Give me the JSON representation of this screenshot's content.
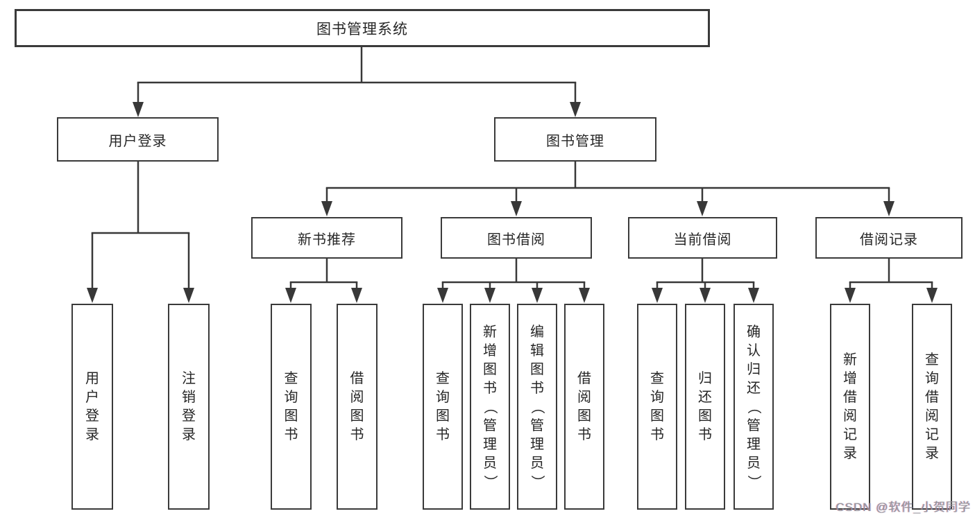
{
  "diagram": {
    "root": "图书管理系统",
    "level2": [
      "用户登录",
      "图书管理"
    ],
    "level3": [
      "新书推荐",
      "图书借阅",
      "当前借阅",
      "借阅记录"
    ],
    "leaves": {
      "user_login": [
        "用户登录",
        "注销登录"
      ],
      "new_book_recommend": [
        "查询图书",
        "借阅图书"
      ],
      "book_borrow": [
        "查询图书",
        "新增图书（管理员）",
        "编辑图书（管理员）",
        "借阅图书"
      ],
      "current_borrow": [
        "查询图书",
        "归还图书",
        "确认归还（管理员）"
      ],
      "borrow_records": [
        "新增借阅记录",
        "查询借阅记录"
      ]
    }
  },
  "watermark": {
    "text": "CSDN @软件_小贺同学"
  },
  "colors": {
    "line": "#383838",
    "box_border": "#3a3a3a",
    "text": "#262626",
    "background": "#ffffff",
    "watermark": "#94949a"
  }
}
